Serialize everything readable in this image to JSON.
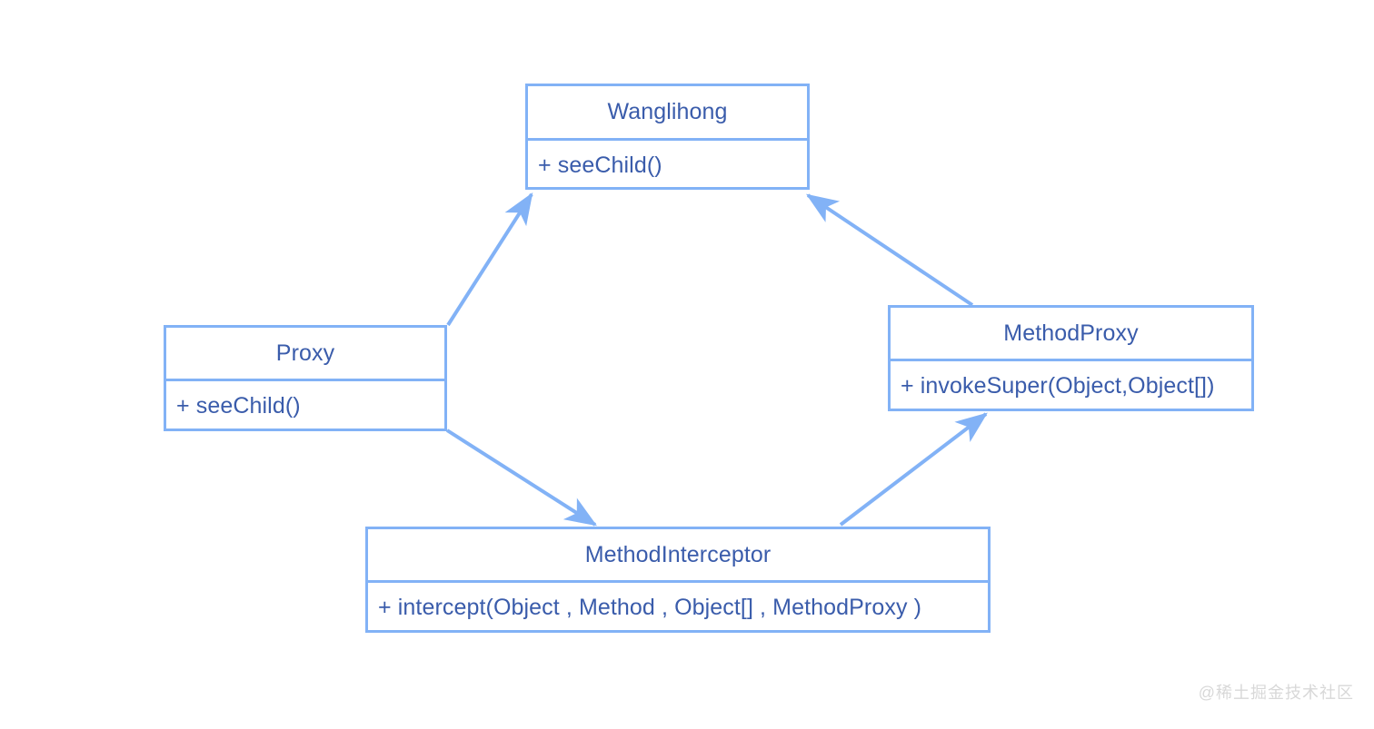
{
  "diagram": {
    "type": "uml-class-diagram",
    "background_color": "#ffffff",
    "border_color": "#82b2f6",
    "text_color": "#3a5cab",
    "edge_color": "#82b2f6",
    "classes": [
      {
        "id": "wanglihong",
        "name": "Wanglihong",
        "members": [
          "+ seeChild()"
        ]
      },
      {
        "id": "proxy",
        "name": "Proxy",
        "members": [
          "+ seeChild()"
        ]
      },
      {
        "id": "methodproxy",
        "name": "MethodProxy",
        "members": [
          "+ invokeSuper(Object,Object[])"
        ]
      },
      {
        "id": "methodinterceptor",
        "name": "MethodInterceptor",
        "members": [
          "+ intercept(Object , Method , Object[] , MethodProxy )"
        ]
      }
    ],
    "edges": [
      {
        "id": "proxy-to-wanglihong",
        "from": "proxy",
        "to": "wanglihong",
        "arrow": "open-triangle"
      },
      {
        "id": "methodproxy-to-wanglihong",
        "from": "methodproxy",
        "to": "wanglihong",
        "arrow": "open-triangle"
      },
      {
        "id": "proxy-to-methodinterceptor",
        "from": "proxy",
        "to": "methodinterceptor",
        "arrow": "open-triangle"
      },
      {
        "id": "methodinterceptor-to-methodproxy",
        "from": "methodinterceptor",
        "to": "methodproxy",
        "arrow": "open-triangle"
      }
    ]
  },
  "watermark": {
    "text": "@稀土掘金技术社区"
  }
}
